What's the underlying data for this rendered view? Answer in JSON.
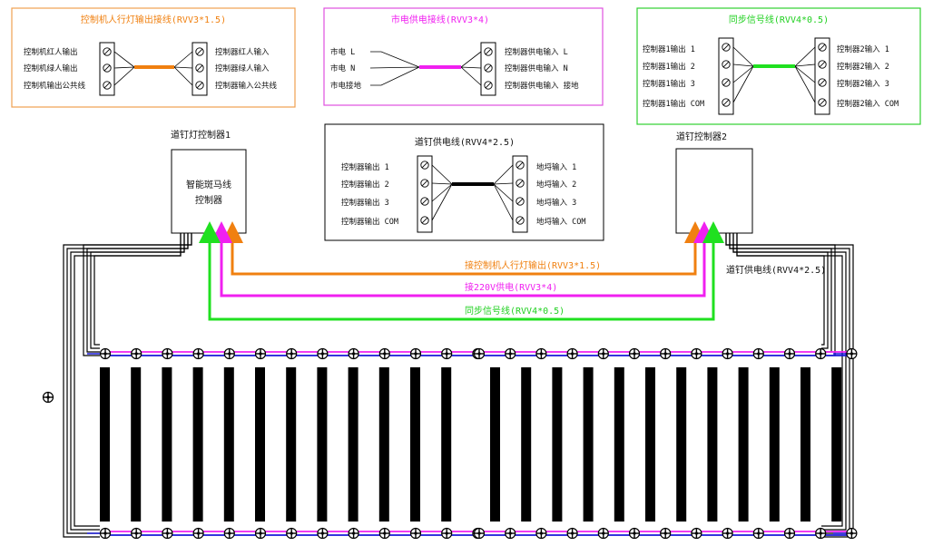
{
  "colors": {
    "orange": "#f08010",
    "magenta": "#f020f0",
    "green": "#20e020",
    "blue": "#1818d8",
    "black": "#000000",
    "frame_orange": "#f0a050",
    "frame_magenta": "#e050e0",
    "frame_green": "#30d030"
  },
  "panels": {
    "signal": {
      "title": "控制机人行灯输出接线(RVV3*1.5)",
      "left": [
        "控制机红人输出",
        "控制机绿人输出",
        "控制机输出公共线"
      ],
      "right": [
        "控制器红人输入",
        "控制器绿人输入",
        "控制器输入公共线"
      ]
    },
    "power": {
      "title": "市电供电接线(RVV3*4)",
      "left": [
        "市电 L",
        "市电 N",
        "市电接地"
      ],
      "right": [
        "控制器供电输入 L",
        "控制器供电输入 N",
        "控制器供电输入 接地"
      ]
    },
    "sync": {
      "title": "同步信号线(RVV4*0.5)",
      "left": [
        "控制器1输出 1",
        "控制器1输出 2",
        "控制器1输出 3",
        "控制器1输出 COM"
      ],
      "right": [
        "控制器2输入 1",
        "控制器2输入 2",
        "控制器2输入 3",
        "控制器2输入 COM"
      ]
    },
    "nail": {
      "title": "道钉供电线(RVV4*2.5)",
      "left": [
        "控制器输出 1",
        "控制器输出 2",
        "控制器输出 3",
        "控制器输出 COM"
      ],
      "right": [
        "地埒输入 1",
        "地埒输入 2",
        "地埒输入 3",
        "地埒输入 COM"
      ]
    }
  },
  "controllers": {
    "c1": {
      "caption": "道钉灯控制器1",
      "body": [
        "智能斑马线",
        "控制器"
      ]
    },
    "c2": {
      "caption": "道钉控制器2"
    }
  },
  "cables": {
    "orange_label": "接控制机人行灯输出(RVV3*1.5)",
    "magenta_label": "接220V供电(RVV3*4)",
    "green_label": "同步信号线(RVV4*0.5)",
    "nail_label": "道钉供电线(RVV4*2.5)"
  },
  "crossing": {
    "bars_left_group": 12,
    "bars_right_group": 12
  }
}
